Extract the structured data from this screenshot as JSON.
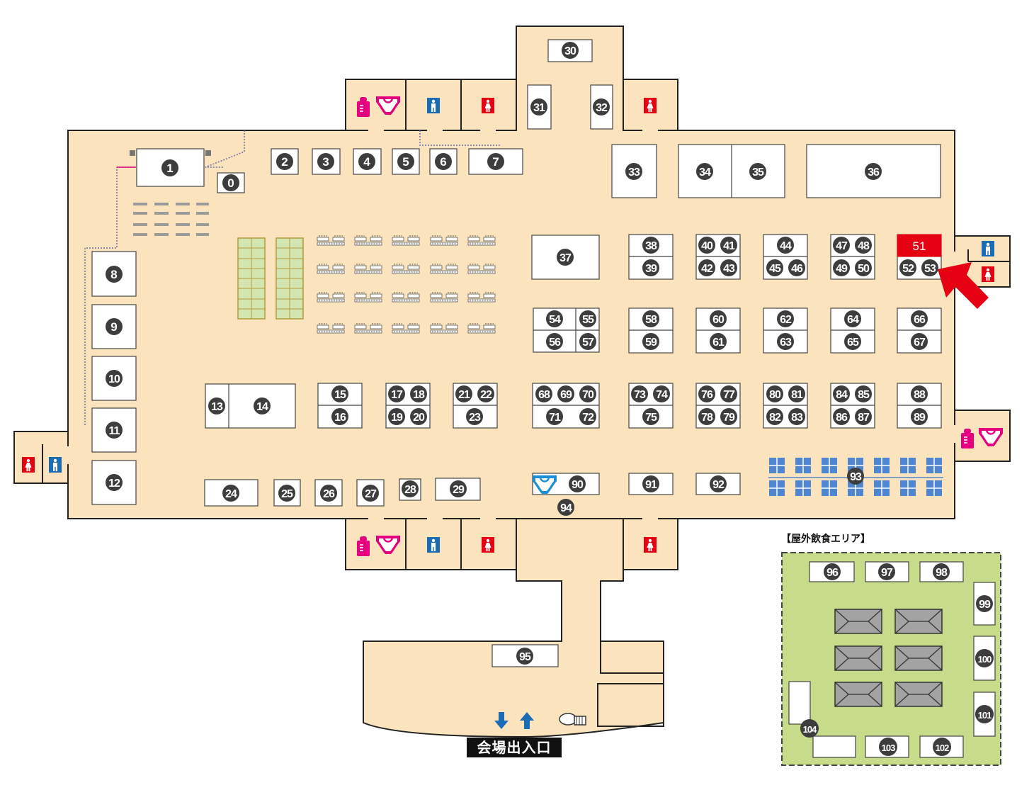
{
  "entrance_label": "会場出入口",
  "outdoor_area_title": "【屋外飲食エリア】",
  "highlight_booth": "51",
  "colors": {
    "floor": "#fbe4bd",
    "outline": "#222222",
    "booth": "#ffffff",
    "badge": "#3d3d3d",
    "highlight": "#e50012",
    "arrow": "#e50012",
    "outdoor": "#c6dc8a",
    "tatami": "#d4e6b0",
    "solar": "#4f86cf",
    "nursing_pink": "#e4007f",
    "mens_blue": "#1a6db5",
    "womens_red": "#e50012",
    "tent_gray": "#a3a3a3"
  },
  "icons": [
    "mens-restroom-icon",
    "womens-restroom-icon",
    "nursing-bottle-icon",
    "diaper-icon",
    "arrow-down-icon",
    "arrow-up-icon",
    "shoes-icon",
    "red-pointer-arrow"
  ],
  "booths": {
    "b0": "0",
    "b1": "1",
    "b2": "2",
    "b3": "3",
    "b4": "4",
    "b5": "5",
    "b6": "6",
    "b7": "7",
    "b8": "8",
    "b9": "9",
    "b10": "10",
    "b11": "11",
    "b12": "12",
    "b13": "13",
    "b14": "14",
    "b15": "15",
    "b16": "16",
    "b17": "17",
    "b18": "18",
    "b19": "19",
    "b20": "20",
    "b21": "21",
    "b22": "22",
    "b23": "23",
    "b24": "24",
    "b25": "25",
    "b26": "26",
    "b27": "27",
    "b28": "28",
    "b29": "29",
    "b30": "30",
    "b31": "31",
    "b32": "32",
    "b33": "33",
    "b34": "34",
    "b35": "35",
    "b36": "36",
    "b37": "37",
    "b38": "38",
    "b39": "39",
    "b40": "40",
    "b41": "41",
    "b42": "42",
    "b43": "43",
    "b44": "44",
    "b45": "45",
    "b46": "46",
    "b47": "47",
    "b48": "48",
    "b49": "49",
    "b50": "50",
    "b51": "51",
    "b52": "52",
    "b53": "53",
    "b54": "54",
    "b55": "55",
    "b56": "56",
    "b57": "57",
    "b58": "58",
    "b59": "59",
    "b60": "60",
    "b61": "61",
    "b62": "62",
    "b63": "63",
    "b64": "64",
    "b65": "65",
    "b66": "66",
    "b67": "67",
    "b68": "68",
    "b69": "69",
    "b70": "70",
    "b71": "71",
    "b72": "72",
    "b73": "73",
    "b74": "74",
    "b75": "75",
    "b76": "76",
    "b77": "77",
    "b78": "78",
    "b79": "79",
    "b80": "80",
    "b81": "81",
    "b82": "82",
    "b83": "83",
    "b84": "84",
    "b85": "85",
    "b86": "86",
    "b87": "87",
    "b88": "88",
    "b89": "89",
    "b90": "90",
    "b91": "91",
    "b92": "92",
    "b93": "93",
    "b94": "94",
    "b95": "95",
    "b96": "96",
    "b97": "97",
    "b98": "98",
    "b99": "99",
    "b100": "100",
    "b101": "101",
    "b102": "102",
    "b103": "103",
    "b104": "104"
  }
}
